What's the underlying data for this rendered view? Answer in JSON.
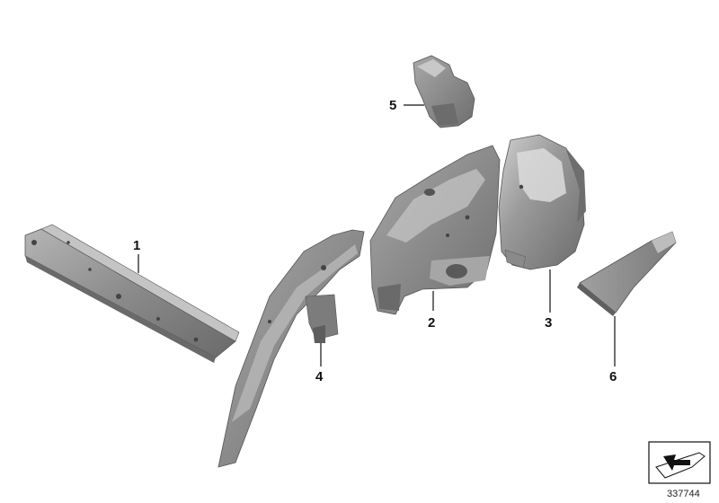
{
  "callouts": {
    "c1": "1",
    "c2": "2",
    "c3": "3",
    "c4": "4",
    "c5": "5",
    "c6": "6"
  },
  "diagram_ref": "337744",
  "icons": {
    "view": "direction-arrow-icon"
  },
  "colors": {
    "part_fill": "#8e8e8e",
    "part_dark": "#5f5f5f",
    "part_light": "#c2c2c2",
    "line": "#111111"
  }
}
